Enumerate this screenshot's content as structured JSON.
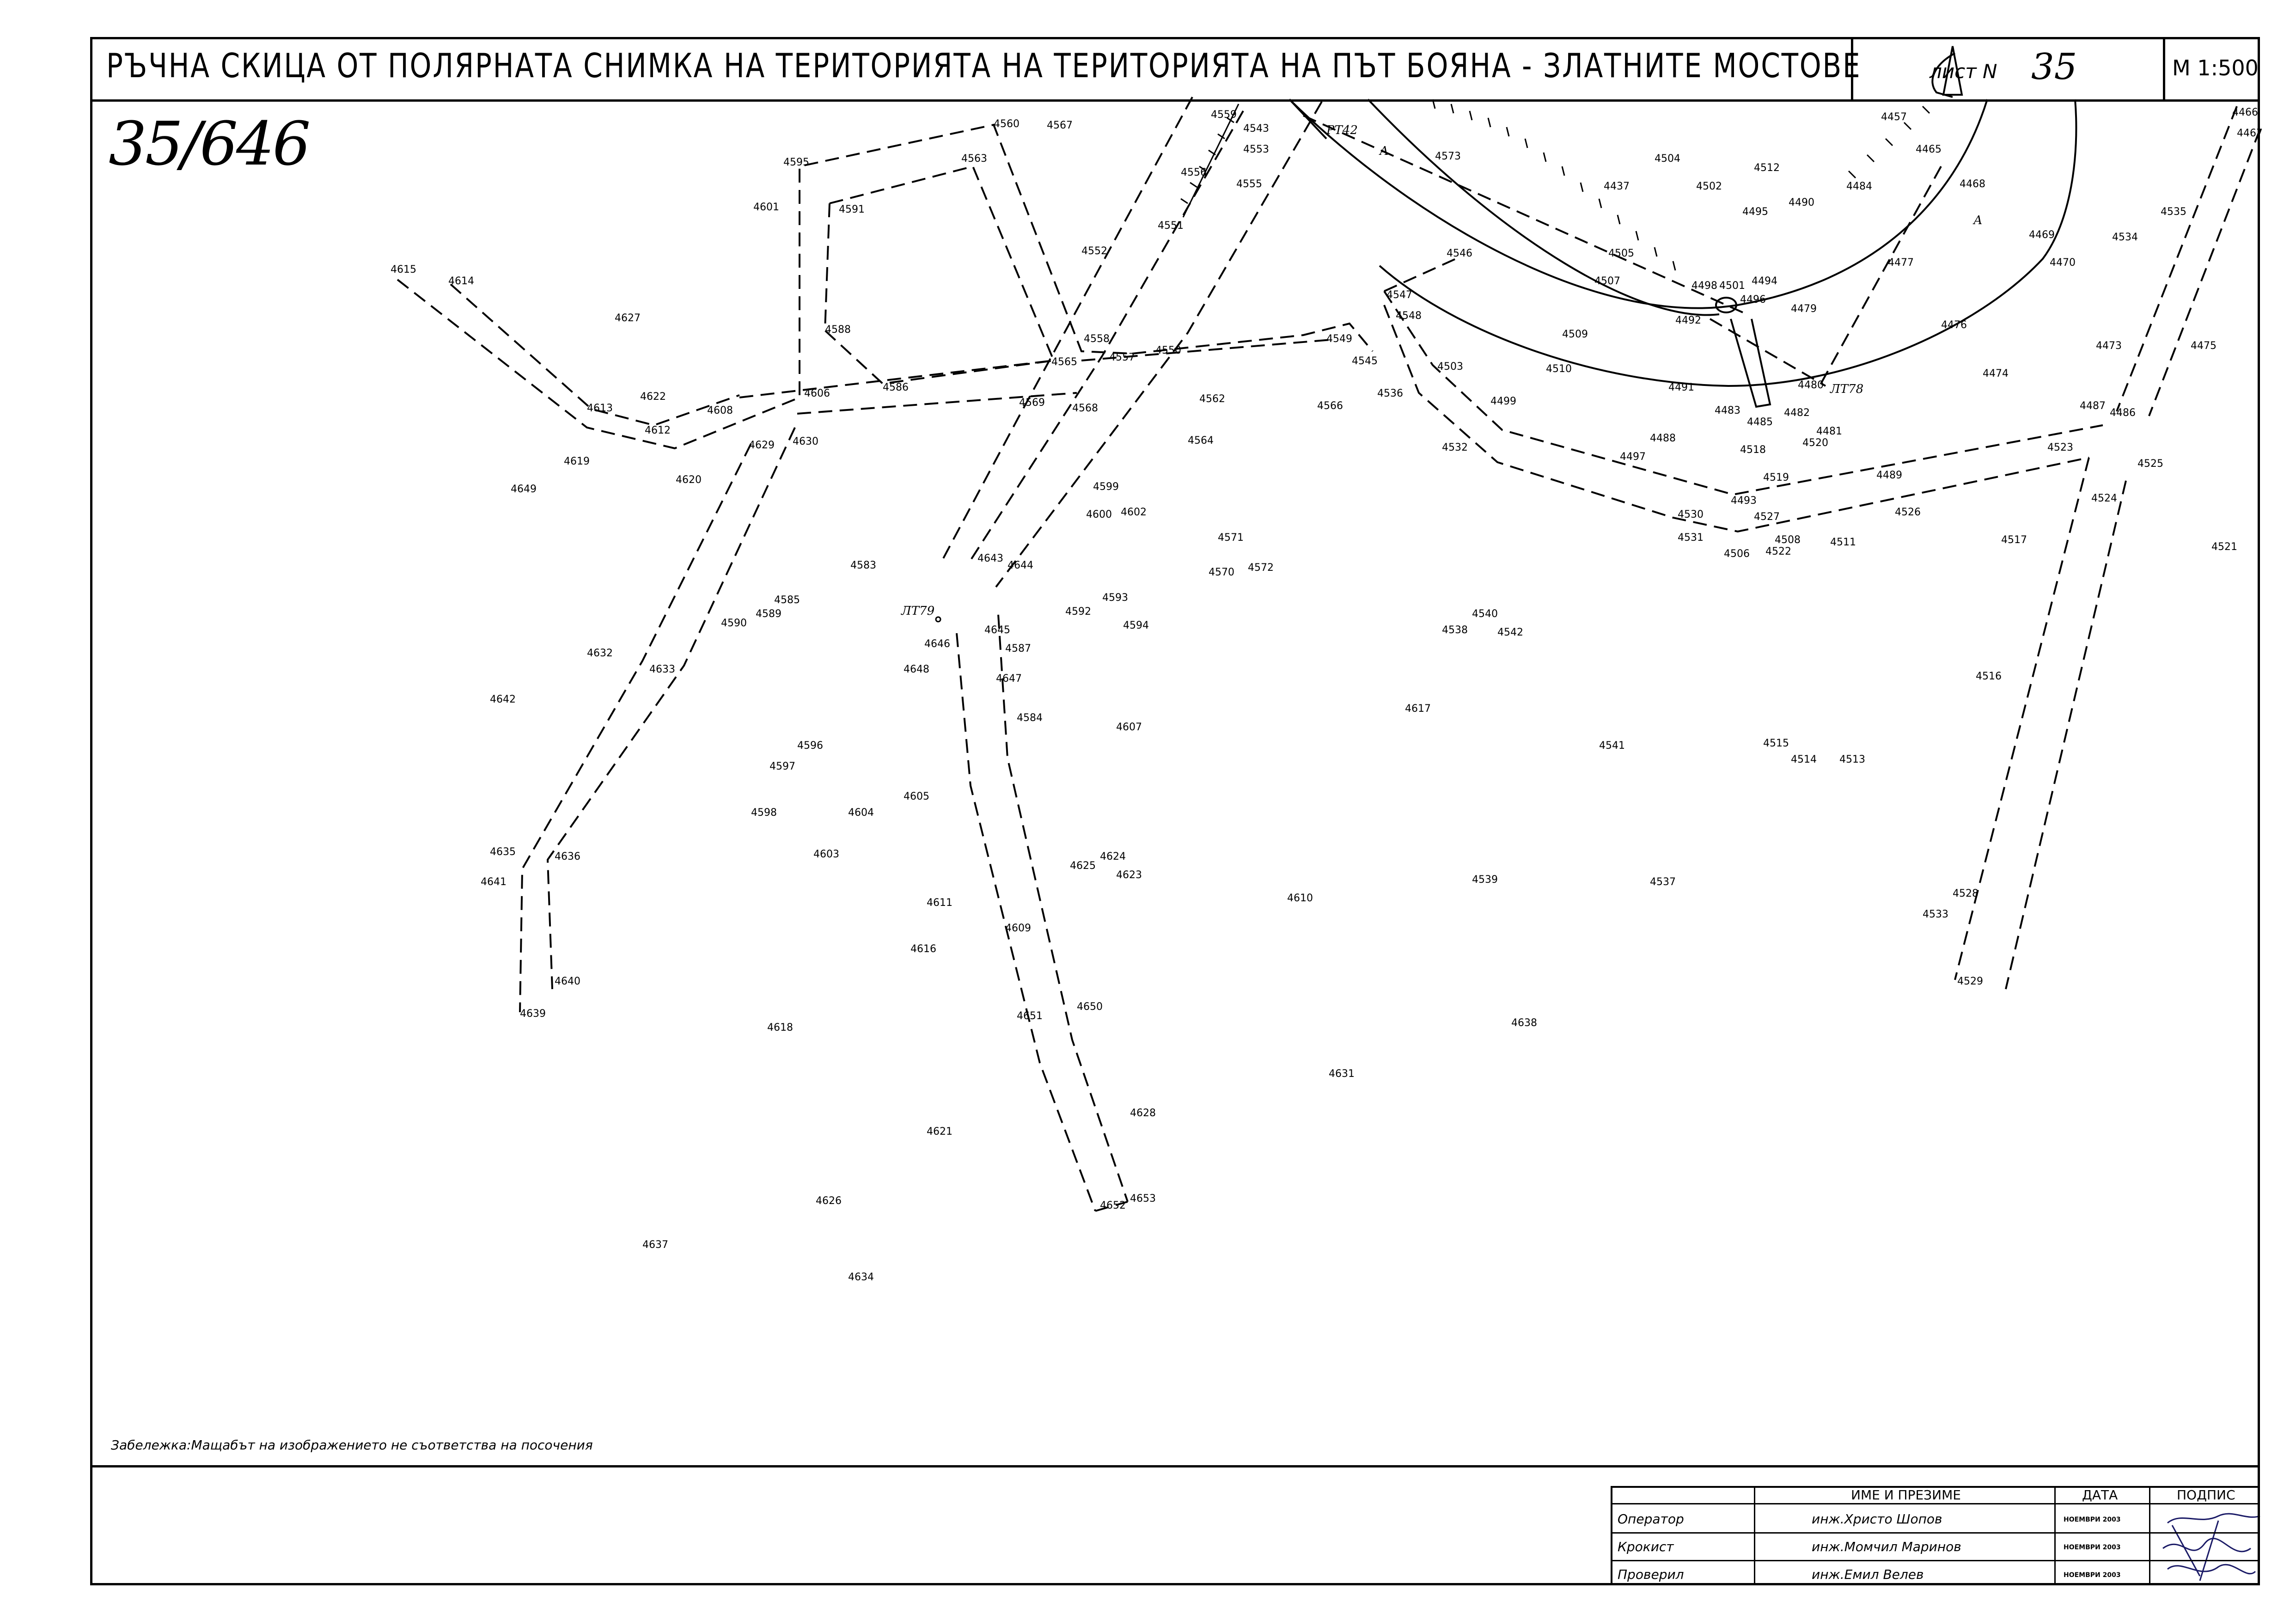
{
  "header": {
    "title": "РЪЧНА СКИЦА ОТ ПОЛЯРНАТА СНИМКА НА ТЕРИТОРИЯТА НА ТЕРИТОРИЯТА НА ПЪТ БОЯНА - ЗЛАТНИТЕ МОСТОВЕ",
    "sheet_label": "лист N",
    "sheet_number": "35",
    "scale": "М 1:500"
  },
  "handwritten_id": "35/646",
  "note": "Забележка:Мащабът на изображението не съответства на посочения",
  "title_block": {
    "headers": {
      "name": "ИМЕ И ПРЕЗИМЕ",
      "date": "ДАТА",
      "signature": "ПОДПИС"
    },
    "rows": [
      {
        "role": "Оператор",
        "name": "инж.Христо Шопов",
        "date": "НОЕМВРИ 2003"
      },
      {
        "role": "Крокист",
        "name": "инж.Момчил Маринов",
        "date": "НОЕМВРИ 2003"
      },
      {
        "role": "Проверил",
        "name": "инж.Емил Велев",
        "date": "НОЕМВРИ 2003"
      }
    ]
  },
  "map_labels": {
    "pt42": "РТ42",
    "lt79": "ЛТ79",
    "lt78": "ЛТ78",
    "a1": "А",
    "a2": "А"
  },
  "colors": {
    "ink": "#000000",
    "paper": "#ffffff"
  }
}
